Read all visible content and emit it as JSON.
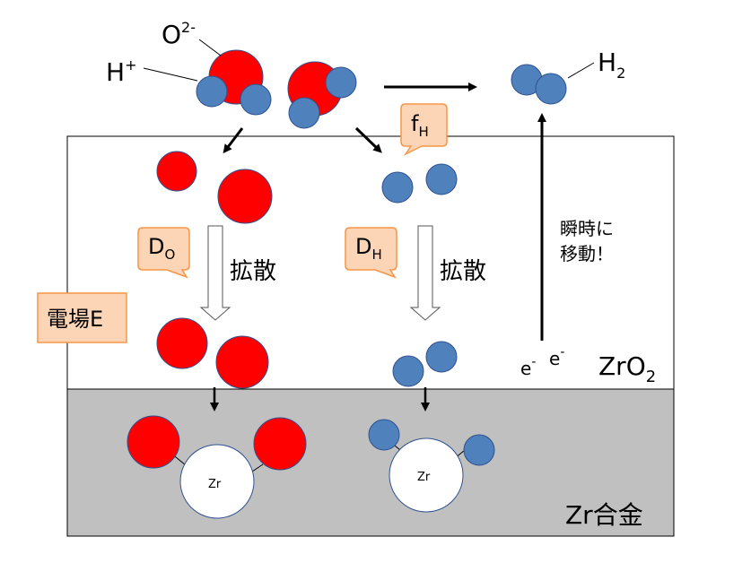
{
  "colors": {
    "oxygen": "#ff0000",
    "hydrogen": "#4f81bd",
    "zr_atom": "#ffffff",
    "alloy": "#c0c0c0",
    "callout_fill": "#fbd5b5",
    "callout_stroke": "#f79646"
  },
  "labels": {
    "h_plus": "H",
    "h_plus_sup": "+",
    "o2_minus": "O",
    "o2_minus_sup": "2-",
    "h2": "H",
    "h2_sub": "2",
    "f_h": "f",
    "f_h_sub": "H",
    "d_o": "D",
    "d_o_sub": "O",
    "d_h": "D",
    "d_h_sub": "H",
    "diffusion_left": "拡散",
    "diffusion_right": "拡散",
    "electric_field": "電場E",
    "instant_move_line1": "瞬時に",
    "instant_move_line2": "移動！",
    "electron1": "e",
    "electron1_sup": "-",
    "electron2": "e",
    "electron2_sup": "-",
    "zro2": "ZrO",
    "zro2_sub": "2",
    "zr_alloy": "Zr合金",
    "zr_left": "Zr",
    "zr_right": "Zr"
  }
}
